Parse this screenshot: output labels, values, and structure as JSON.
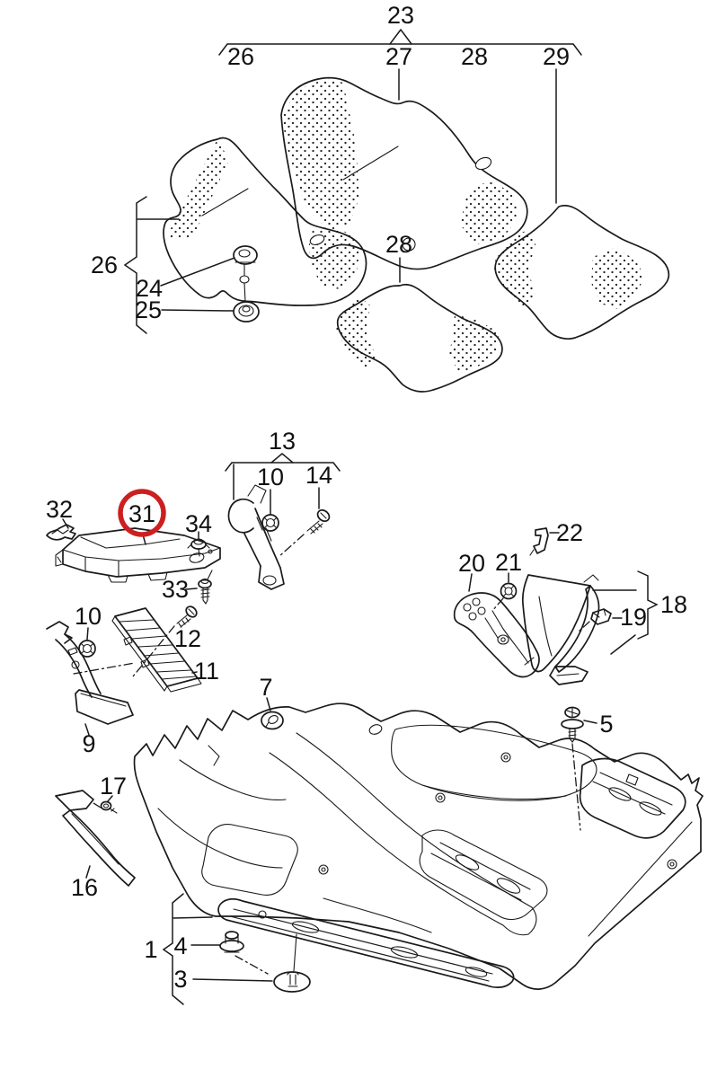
{
  "diagram": {
    "kind": "exploded-parts-line-drawing",
    "subject": "floor mats and floor covering",
    "background_color": "#ffffff",
    "line_color": "#1a1a1a",
    "highlight_color": "#cc2020",
    "highlighted_part": "31"
  },
  "callouts": {
    "c23": {
      "text": "23"
    },
    "c26t": {
      "text": "26"
    },
    "c27": {
      "text": "27"
    },
    "c28t": {
      "text": "28"
    },
    "c29": {
      "text": "29"
    },
    "c26b": {
      "text": "26"
    },
    "c24": {
      "text": "24"
    },
    "c25": {
      "text": "25"
    },
    "c28r": {
      "text": "28"
    },
    "c13": {
      "text": "13"
    },
    "c10a": {
      "text": "10"
    },
    "c14": {
      "text": "14"
    },
    "c32": {
      "text": "32"
    },
    "c31": {
      "text": "31"
    },
    "c34": {
      "text": "34"
    },
    "c33": {
      "text": "33"
    },
    "c10b": {
      "text": "10"
    },
    "c12": {
      "text": "12"
    },
    "c11": {
      "text": "11"
    },
    "c9": {
      "text": "9"
    },
    "c7": {
      "text": "7"
    },
    "c20": {
      "text": "20"
    },
    "c21": {
      "text": "21"
    },
    "c22": {
      "text": "22"
    },
    "c18": {
      "text": "18"
    },
    "c19": {
      "text": "19"
    },
    "c5": {
      "text": "5"
    },
    "c17": {
      "text": "17"
    },
    "c16": {
      "text": "16"
    },
    "c1": {
      "text": "1"
    },
    "c4": {
      "text": "4"
    },
    "c3": {
      "text": "3"
    }
  }
}
